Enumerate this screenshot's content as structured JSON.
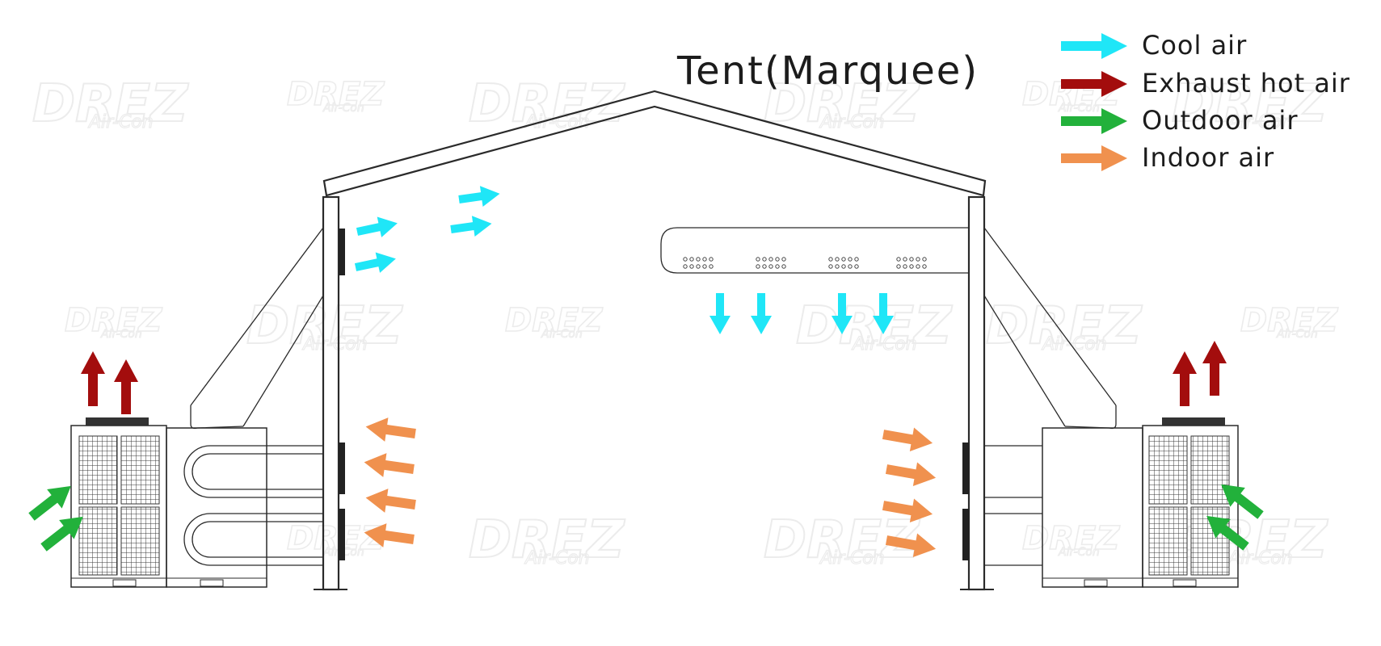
{
  "title": "Tent(Marquee)",
  "legend": [
    {
      "label": "Cool air",
      "color": "#1fe6f7"
    },
    {
      "label": "Exhaust hot air",
      "color": "#a30d0d"
    },
    {
      "label": "Outdoor air",
      "color": "#22b13b"
    },
    {
      "label": "Indoor air",
      "color": "#f0914e"
    }
  ],
  "watermark": {
    "main": "DREZ",
    "sub": "Air-Con"
  }
}
